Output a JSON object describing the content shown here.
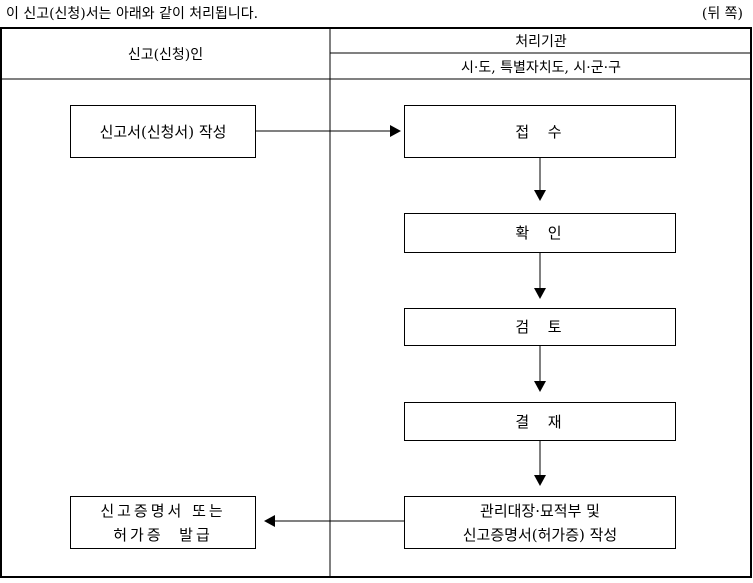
{
  "header": {
    "intro": "이 신고(신청)서는 아래와 같이 처리됩니다.",
    "page_note": "(뒤 쪽)"
  },
  "table": {
    "applicant_header": "신고(신청)인",
    "agency_header": "처리기관",
    "agency_subheader": "시·도, 특별자치도, 시·군·구"
  },
  "steps": {
    "applicant_start": "신고서(신청서) 작성",
    "receive": "접  수",
    "confirm": "확  인",
    "review": "검  토",
    "approve": "결  재",
    "register_line1": "관리대장·묘적부 및",
    "register_line2": "신고증명서(허가증) 작성",
    "issue_line1": "신고증명서 또는",
    "issue_line2": "허가증  발급"
  }
}
